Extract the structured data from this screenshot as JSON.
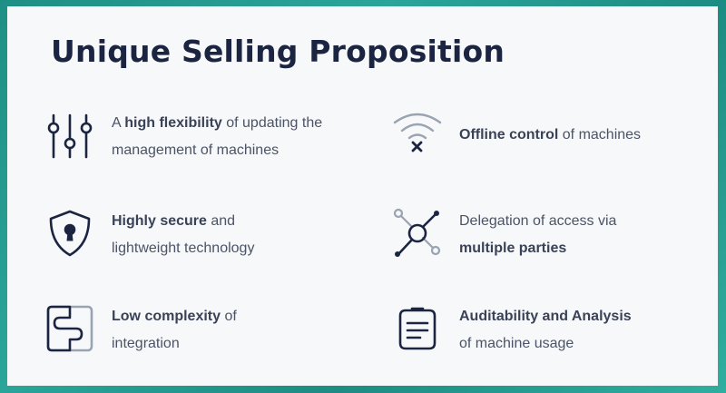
{
  "title": "Unique Selling Proposition",
  "colors": {
    "heading": "#1b2541",
    "text": "#4b5367",
    "icon": "#1b2541",
    "icon_accent": "#9aa3b2",
    "frame": "#2aa59a"
  },
  "features": [
    {
      "icon": "sliders-icon",
      "pre": "A ",
      "bold": "high flexibility",
      "post": " of updating the",
      "line2": "management of machines"
    },
    {
      "icon": "wifi-off-icon",
      "pre": "",
      "bold": "Offline control",
      "post": " of machines",
      "line2": ""
    },
    {
      "icon": "shield-lock-icon",
      "pre": "",
      "bold": "Highly secure",
      "post": " and",
      "line2": "lightweight technology"
    },
    {
      "icon": "network-node-icon",
      "pre": "Delegation of access via",
      "bold": "",
      "post": "",
      "line2_bold": "multiple parties"
    },
    {
      "icon": "puzzle-integration-icon",
      "pre": "",
      "bold": "Low complexity",
      "post": " of",
      "line2": "integration"
    },
    {
      "icon": "clipboard-notes-icon",
      "pre": "",
      "bold": "Auditability and Analysis",
      "post": "",
      "line2": "of machine usage"
    }
  ]
}
